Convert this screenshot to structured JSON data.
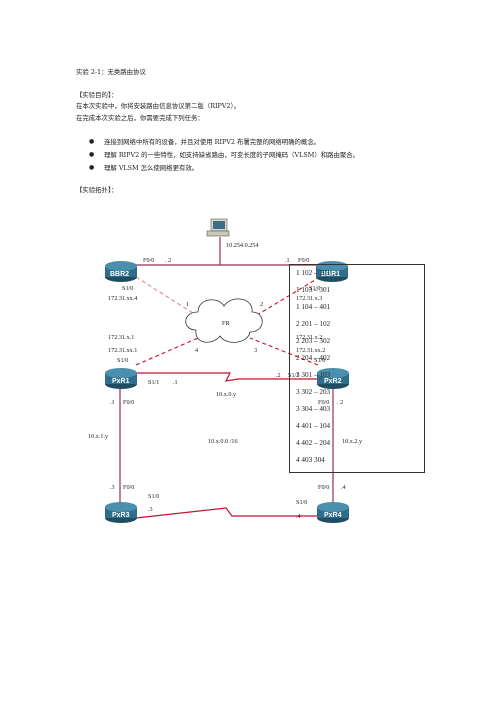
{
  "doc": {
    "title": "实验 2-1：无类路由协议",
    "purpose_heading": "【实验目的】：",
    "intro1": "在本次实验中，你将安装路由信息协议第二版（RIPV2）。",
    "intro2": "在完成本次实验之后，你需要完成下列任务：",
    "bullets": [
      "连接到网络中所有的设备，并且对使用 RIPV2 布署完整的网络明确的概念。",
      "理解 RIPV2 的一些特性，如支持缺省路由，可变长度的子网掩码（VLSM）和路由聚合。",
      "理解 VLSM 怎么使网络更有效。"
    ],
    "topology_heading": "【实验拓扑】："
  },
  "topology": {
    "server_ip": "10.254.0.254",
    "fr_cloud": "FR",
    "routers": {
      "bbr2": "BBR2",
      "bbr1": "BBR1",
      "pxr1": "PxR1",
      "pxr2": "PxR2",
      "pxr3": "PxR3",
      "pxr4": "PxR4"
    },
    "labels": {
      "bbr2_f00": "F0/0",
      "bbr2_f00_ip": ". 2",
      "bbr1_f00_ip": ".1",
      "bbr1_f00": "F0/0",
      "bbr2_s10": "S1/0",
      "bbr2_net": "172.31.xx.4",
      "bbr1_s10": "S1/0",
      "bbr1_net": "172.31.x.3",
      "dlci1": "1",
      "dlci2": "2",
      "dlci4": "4",
      "dlci3": "3",
      "pxr1_net1": "172.31.x.1",
      "pxr1_net2": "172.31.xx.1",
      "pxr2_net1": "172.31.x.2",
      "pxr2_net2": "172.31.xx.2",
      "pxr1_s10": "S1/0",
      "pxr2_s10": "S1/0",
      "pxr1_s11": "S1/1",
      "pxr1_s11_ip": ".1",
      "pxr2_s11_ip": ".2",
      "pxr2_s11": "S1/1",
      "net_0y": "10.x.0.y",
      "pxr1_f00_ip": ".1",
      "pxr1_f00": "F0/0",
      "pxr2_f00": "F0/0",
      "pxr2_f00_ip": ". 2",
      "net_1y": "10.x.1.y",
      "net_summary": "10.x.0.0 /16",
      "net_2y": "10.x.2.y",
      "pxr3_f00_ip": ".3",
      "pxr3_f00": "F0/0",
      "pxr4_f00": "F0/0",
      "pxr4_f00_ip": ".4",
      "pxr3_s10": "S1/0",
      "pxr3_s10_ip": ".3",
      "pxr4_s10": "S1/0",
      "pxr4_s10_ip": ".4"
    }
  },
  "dlci_table": [
    "1 102 – 201",
    "1 103 – 301",
    "1 104 – 401",
    "2 201 – 102",
    "2 203 – 302",
    "2 204 – 402",
    "3 301 – 103",
    "3 302 – 203",
    "3 304 – 403",
    "4 401 – 104",
    "4 402 – 204",
    "4 403   304"
  ],
  "colors": {
    "serial": "#c8102e",
    "ethernet": "#9a2f48",
    "router": "#2f6e8a",
    "dashed_pink": "#e57c95"
  }
}
